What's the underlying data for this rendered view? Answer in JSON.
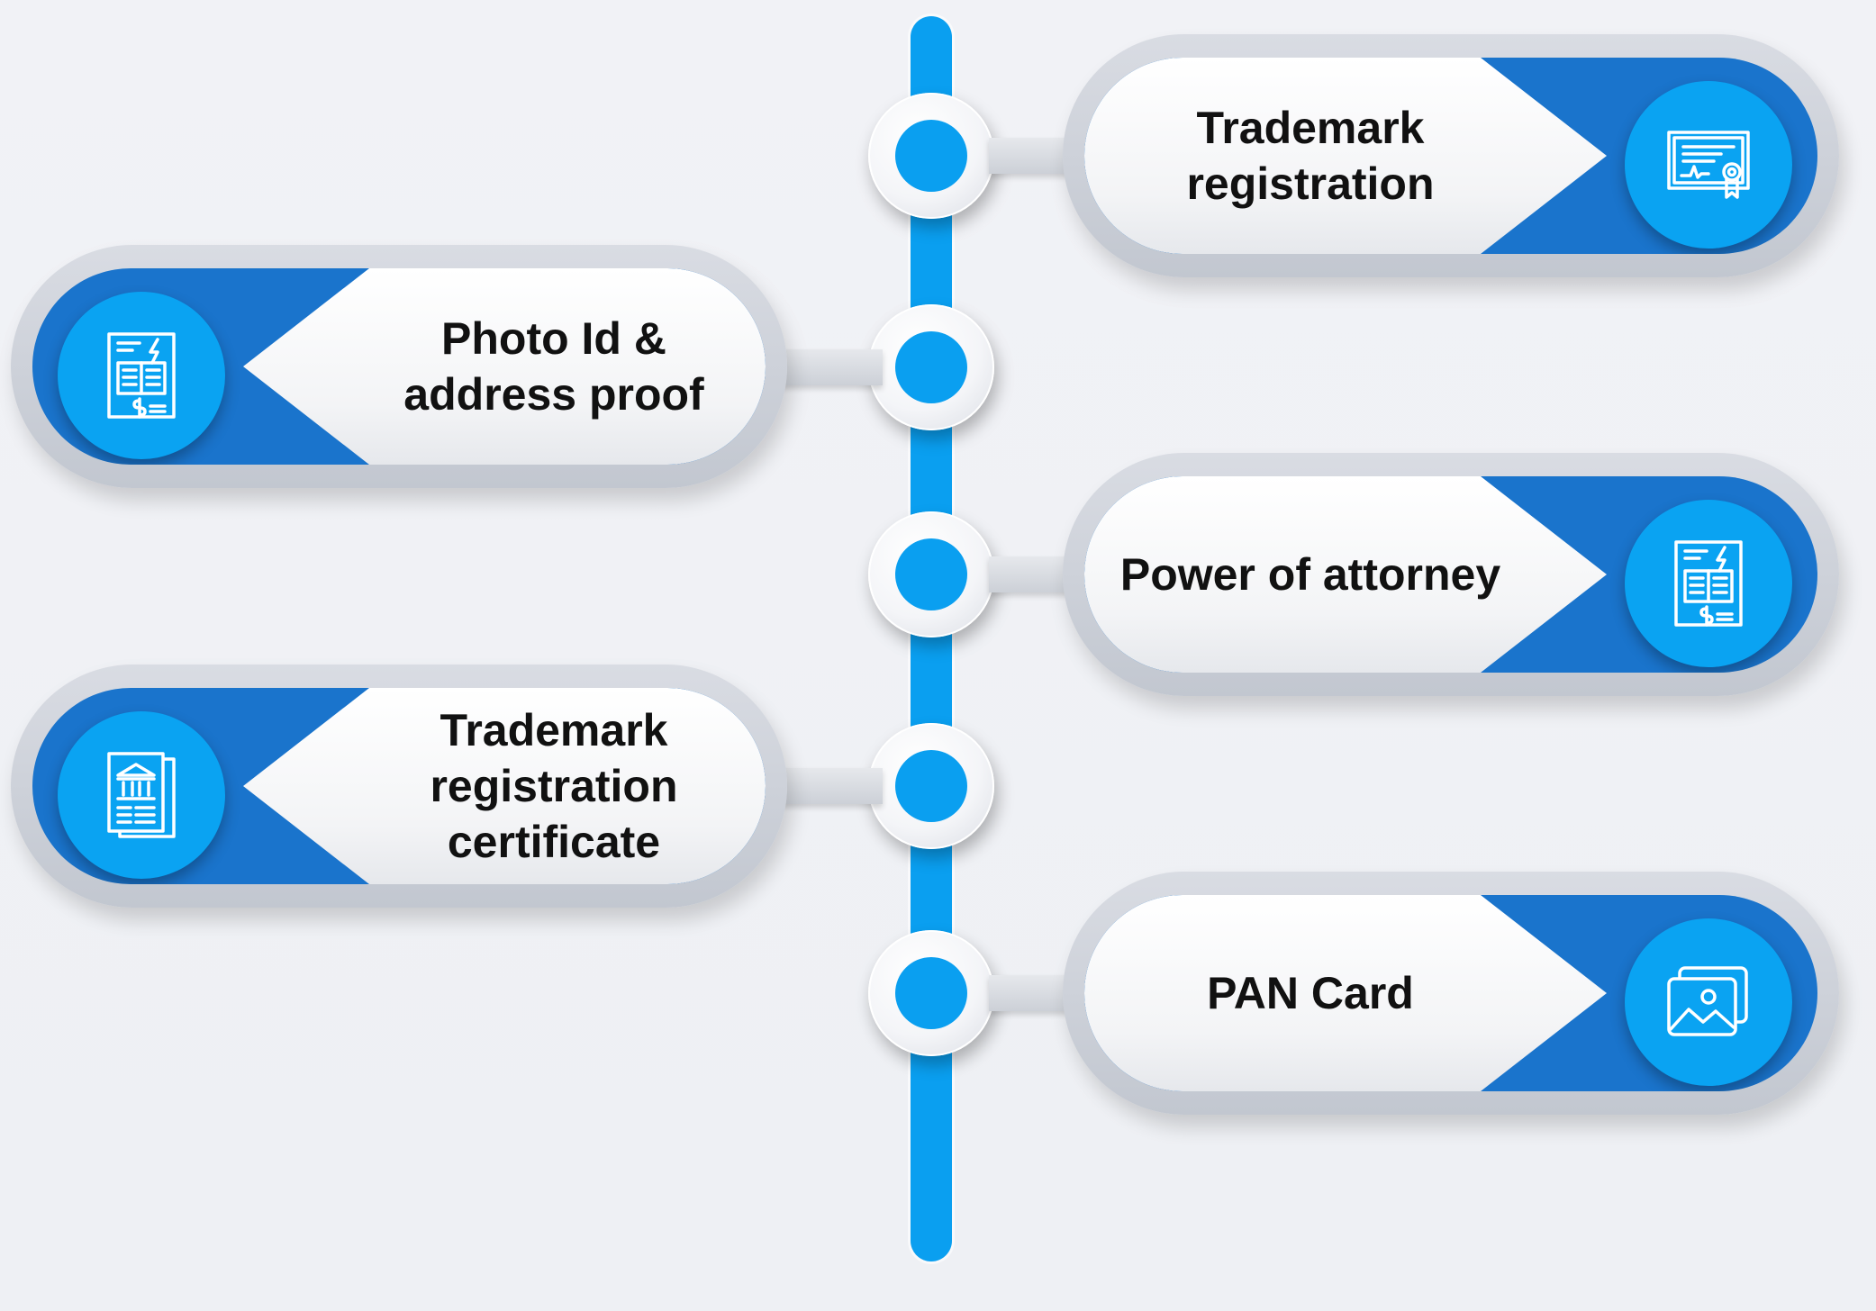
{
  "colors": {
    "accent": "#0a9ff0",
    "band": "#1a74cc",
    "icon_bg": "#0aa3f2",
    "text": "#111111",
    "background": "#f1f2f6"
  },
  "steps": [
    {
      "label": "Trademark\nregistration",
      "side": "right",
      "icon": "certificate-icon"
    },
    {
      "label": "Photo Id &\naddress proof",
      "side": "left",
      "icon": "invoice-icon"
    },
    {
      "label": "Power of attorney",
      "side": "right",
      "icon": "invoice-icon"
    },
    {
      "label": "Trademark\nregistration certificate",
      "side": "left",
      "icon": "bank-document-icon"
    },
    {
      "label": "PAN Card",
      "side": "right",
      "icon": "photo-card-icon"
    }
  ]
}
